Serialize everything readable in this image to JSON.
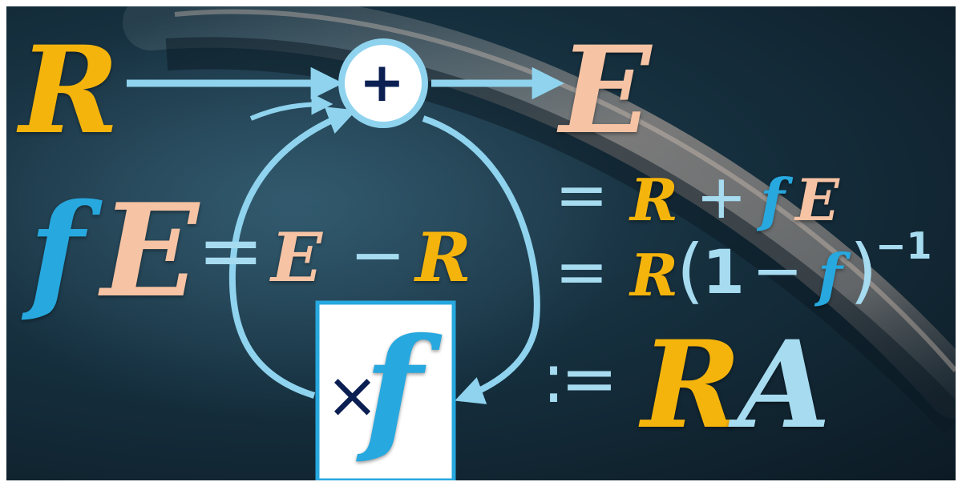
{
  "diagram": {
    "input": {
      "symbol": "R"
    },
    "output": {
      "symbol": "E"
    },
    "adder": {
      "symbol": "+"
    },
    "feedback_box": {
      "times": "×",
      "factor": "f"
    },
    "feedback_signal": {
      "f": "f",
      "E": "E"
    },
    "feedback_equation": {
      "eq": "=",
      "E": "E",
      "minus": "−",
      "R": "R"
    },
    "equations": [
      {
        "op": "=",
        "R": "R",
        "plus": "+",
        "f": "f",
        "E": "E"
      },
      {
        "op": "=",
        "R": "R",
        "open": "(",
        "one": "1",
        "minus": "−",
        "f": "f",
        "close": ")",
        "exp": "−1"
      },
      {
        "op": ":=",
        "R": "R",
        "A": "A"
      }
    ]
  },
  "colors": {
    "input": "#f5b40c",
    "output": "#f6c3a4",
    "feedback_factor": "#27a8df",
    "amplification": "#a6dbf0",
    "arrows": "#8fd3ee",
    "node_symbol": "#0b1f52",
    "background": "#12293a"
  }
}
